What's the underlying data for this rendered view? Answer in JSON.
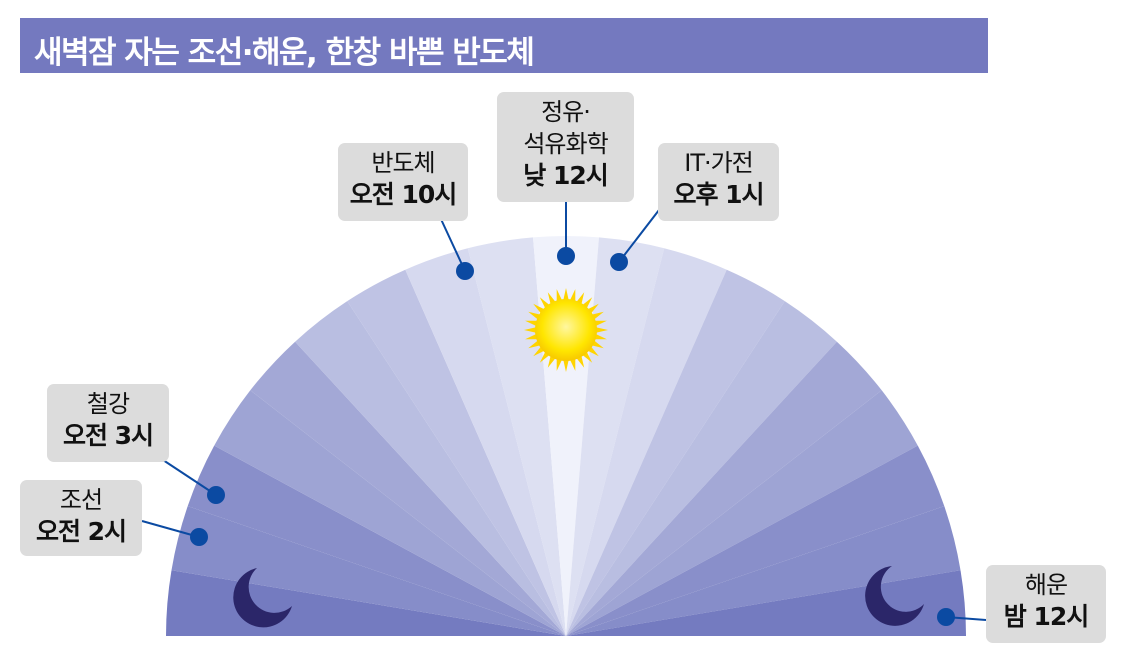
{
  "title": "새벽잠 자는 조선·해운, 한창 바쁜 반도체",
  "colors": {
    "title_bar": "#7479bf",
    "marker": "#0b4aa2",
    "sun": "#ffe600",
    "moon": "#2b2669",
    "label_box": "#dcdcdc"
  },
  "icons": {
    "sun": "sun-icon",
    "moon_left": "crescent-moon-icon",
    "moon_right": "crescent-moon-icon"
  },
  "industries": [
    {
      "id": "shipbuilding",
      "name": "조선",
      "time": "오전 2시"
    },
    {
      "id": "steel",
      "name": "철강",
      "time": "오전 3시"
    },
    {
      "id": "semiconductor",
      "name": "반도체",
      "time": "오전 10시"
    },
    {
      "id": "petrochemical",
      "name_line1": "정유·",
      "name_line2": "석유화학",
      "time": "낮 12시"
    },
    {
      "id": "it-electronics",
      "name": "IT·가전",
      "time": "오후 1시"
    },
    {
      "id": "shipping",
      "name": "해운",
      "time": "밤 12시"
    }
  ]
}
